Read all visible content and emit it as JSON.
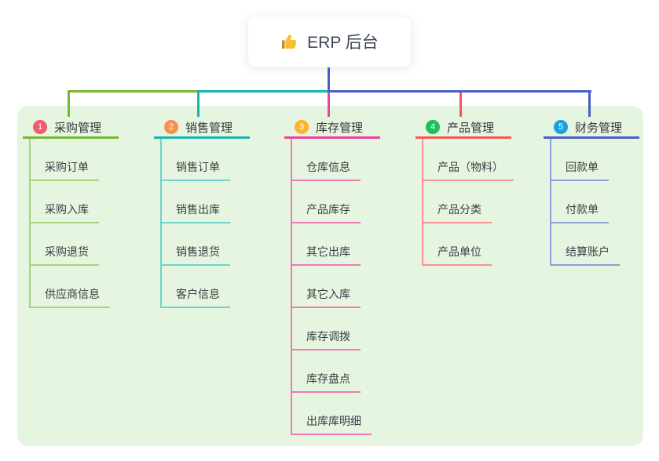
{
  "root": {
    "label": "ERP 后台",
    "icon": "thumbs-up"
  },
  "colors": {
    "panel_bg": "#e6f5e0",
    "root_connector": "#4a5fc4",
    "root_text": "#3d4758",
    "thumb_yellow": "#f5c02c",
    "thumb_sleeve": "#c9882c"
  },
  "branches": [
    {
      "num": "1",
      "label": "采购管理",
      "badge_color": "#f15b6c",
      "line_color": "#76b833",
      "light_color": "#a6d47e",
      "children": [
        "采购订单",
        "采购入库",
        "采购退货",
        "供应商信息"
      ]
    },
    {
      "num": "2",
      "label": "销售管理",
      "badge_color": "#fa8f4d",
      "line_color": "#14b8b0",
      "light_color": "#6fd3cb",
      "children": [
        "销售订单",
        "销售出库",
        "销售退货",
        "客户信息"
      ]
    },
    {
      "num": "3",
      "label": "库存管理",
      "badge_color": "#ffb428",
      "line_color": "#e8469c",
      "light_color": "#f178b7",
      "children": [
        "仓库信息",
        "产品库存",
        "其它出库",
        "其它入库",
        "库存调拨",
        "库存盘点",
        "出库库明细"
      ]
    },
    {
      "num": "4",
      "label": "产品管理",
      "badge_color": "#1fbd5f",
      "line_color": "#f25858",
      "light_color": "#f79392",
      "children": [
        "产品（物料）",
        "产品分类",
        "产品单位"
      ]
    },
    {
      "num": "5",
      "label": "财务管理",
      "badge_color": "#1ba2de",
      "line_color": "#4a5fc4",
      "light_color": "#8b9fd9",
      "children": [
        "回款单",
        "付款单",
        "结算账户"
      ]
    }
  ]
}
